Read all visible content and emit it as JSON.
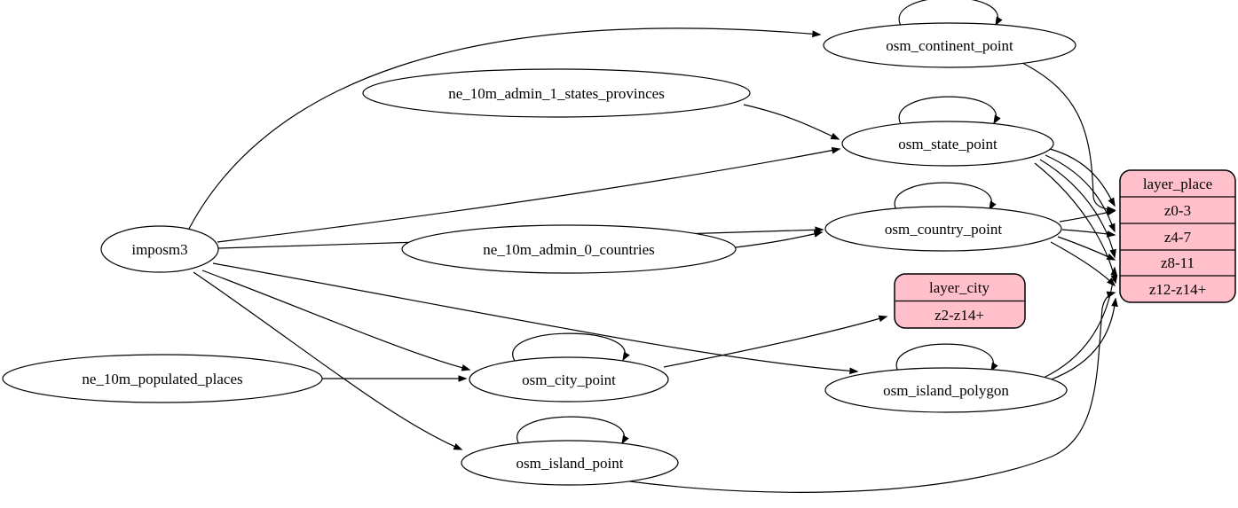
{
  "diagram": {
    "type": "graphviz-etl-diagram",
    "colors": {
      "background": "#ffffff",
      "edge": "#000000",
      "table_node_fill": "#ffffff",
      "layer_node_fill": "#ffc0cb"
    },
    "nodes": {
      "imposm3": "imposm3",
      "ne_admin1": "ne_10m_admin_1_states_provinces",
      "ne_admin0": "ne_10m_admin_0_countries",
      "ne_populated": "ne_10m_populated_places",
      "continent": "osm_continent_point",
      "state": "osm_state_point",
      "country": "osm_country_point",
      "city": "osm_city_point",
      "island_polygon": "osm_island_polygon",
      "island_point": "osm_island_point"
    },
    "layer_place": {
      "title": "layer_place",
      "rows": [
        "z0-3",
        "z4-7",
        "z8-11",
        "z12-z14+"
      ]
    },
    "layer_city": {
      "title": "layer_city",
      "rows": [
        "z2-z14+"
      ]
    },
    "edges": [
      "imposm3 -> osm_continent_point",
      "imposm3 -> osm_state_point",
      "imposm3 -> osm_country_point",
      "imposm3 -> osm_city_point",
      "imposm3 -> osm_island_polygon",
      "imposm3 -> osm_island_point",
      "ne_10m_admin_1_states_provinces -> osm_state_point",
      "ne_10m_admin_0_countries -> osm_country_point",
      "ne_10m_populated_places -> osm_city_point",
      "osm_continent_point -> osm_continent_point",
      "osm_state_point -> osm_state_point",
      "osm_country_point -> osm_country_point",
      "osm_city_point -> osm_city_point",
      "osm_island_polygon -> osm_island_polygon",
      "osm_island_point -> osm_island_point",
      "osm_continent_point -> layer_place:z0-3",
      "osm_state_point -> layer_place:z0-3",
      "osm_state_point -> layer_place:z4-7",
      "osm_state_point -> layer_place:z8-11",
      "osm_state_point -> layer_place:z12-z14+",
      "osm_country_point -> layer_place:z0-3",
      "osm_country_point -> layer_place:z4-7",
      "osm_country_point -> layer_place:z8-11",
      "osm_country_point -> layer_place:z12-z14+",
      "osm_island_polygon -> layer_place:z8-11",
      "osm_island_polygon -> layer_place:z12-z14+",
      "osm_island_point -> layer_place:z12-z14+",
      "osm_city_point -> layer_city:z2-z14+"
    ]
  }
}
